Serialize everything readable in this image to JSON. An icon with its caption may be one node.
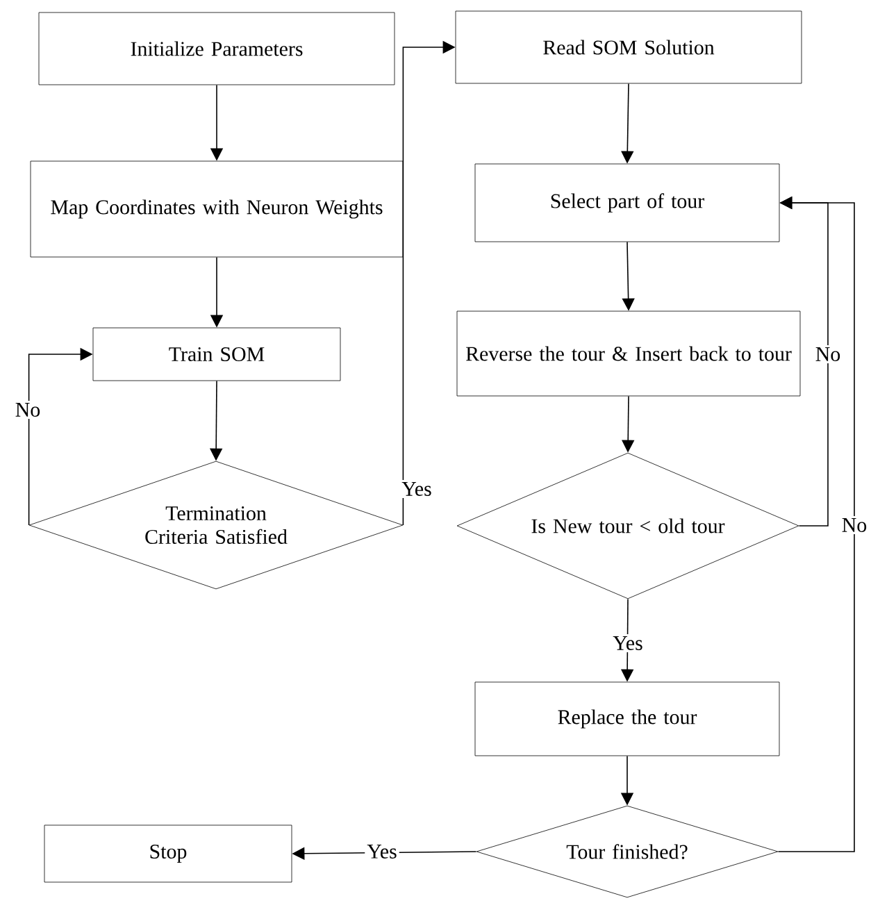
{
  "diagram": {
    "nodes": [
      {
        "text": [
          "Initialize Parameters"
        ]
      },
      {
        "text": [
          "Map Coordinates with Neuron Weights"
        ]
      },
      {
        "text": [
          "Train SOM"
        ]
      },
      {
        "text": [
          "Termination Criteria Satisfied"
        ]
      },
      {
        "text": [
          "Read SOM Solution"
        ]
      },
      {
        "text": [
          "Select part of tour"
        ]
      },
      {
        "text": [
          "Reverse the tour & Insert back to tour"
        ]
      },
      {
        "text": [
          "Is New tour < old tour"
        ]
      },
      {
        "text": [
          "Replace the tour"
        ]
      },
      {
        "text": [
          "Tour finished?"
        ]
      },
      {
        "text": [
          "Stop"
        ]
      }
    ],
    "edges": [
      {
        "from": 0,
        "to": 1,
        "arrow": "to"
      },
      {
        "from": 1,
        "to": 2,
        "arrow": "to"
      },
      {
        "from": 2,
        "to": 3,
        "arrow": "to"
      },
      {
        "from": 3,
        "to": 2,
        "arrow": "to",
        "label": "No"
      },
      {
        "from": 3,
        "to": 4,
        "arrow": "to",
        "label": "Yes"
      },
      {
        "from": 4,
        "to": 5,
        "arrow": "to"
      },
      {
        "from": 5,
        "to": 6,
        "arrow": "to"
      },
      {
        "from": 6,
        "to": 7,
        "arrow": "to"
      },
      {
        "from": 7,
        "to": 5,
        "arrow": "to",
        "label": "No"
      },
      {
        "from": 7,
        "to": 8,
        "arrow": "to",
        "label": "Yes"
      },
      {
        "from": 8,
        "to": 9,
        "arrow": "to"
      },
      {
        "from": 9,
        "to": 5,
        "arrow": "to",
        "label": "No"
      },
      {
        "from": 9,
        "to": 10,
        "arrow": "to",
        "label": "Yes"
      }
    ]
  }
}
